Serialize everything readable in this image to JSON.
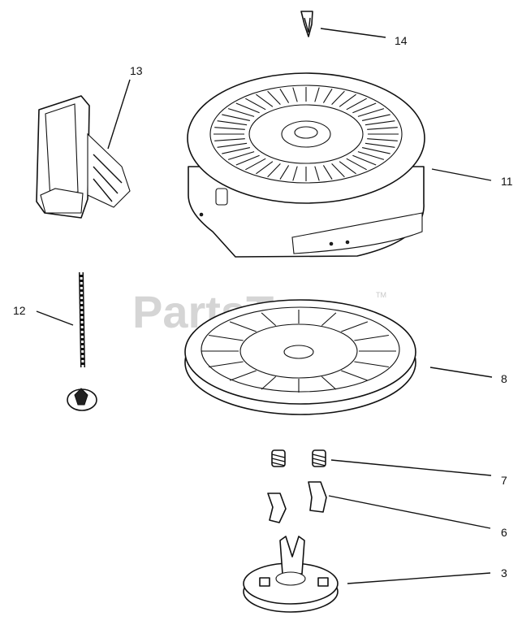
{
  "watermark": {
    "text": "PartsTree",
    "trademark": "TM"
  },
  "callouts": {
    "p14": "14",
    "p13": "13",
    "p11": "11",
    "p12": "12",
    "p8": "8",
    "p7": "7",
    "p6": "6",
    "p3": "3"
  }
}
